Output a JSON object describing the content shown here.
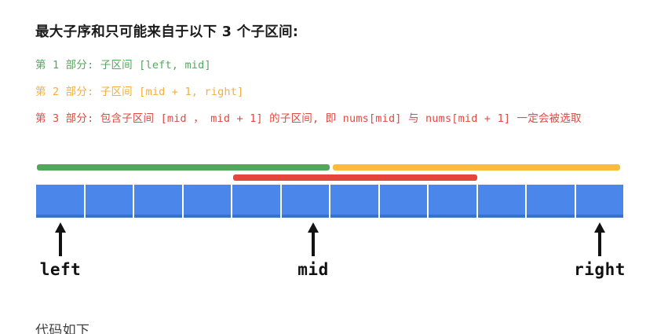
{
  "title": "最大子序和只可能来自于以下 3 个子区间:",
  "parts": [
    {
      "label": "第 1 部分: 子区间 [left, mid]",
      "color": "#56a75e"
    },
    {
      "label": "第 2 部分: 子区间 [mid + 1, right]",
      "color": "#f7ad3c"
    },
    {
      "label": "第 3 部分: 包含子区间 [mid ， mid + 1] 的子区间, 即 nums[mid] 与 nums[mid + 1] 一定会被选取",
      "color": "#e04a40"
    }
  ],
  "diagram": {
    "array_cell_count": 12,
    "array_color": "#4b87ea",
    "bars": [
      {
        "name": "left-mid-interval",
        "color": "#53a75c"
      },
      {
        "name": "mid1-right-interval",
        "color": "#fbbc3a"
      },
      {
        "name": "cross-mid-interval",
        "color": "#e2463d"
      }
    ],
    "pointers": [
      {
        "label": "left"
      },
      {
        "label": "mid"
      },
      {
        "label": "right"
      }
    ]
  },
  "footer": "代码如下"
}
